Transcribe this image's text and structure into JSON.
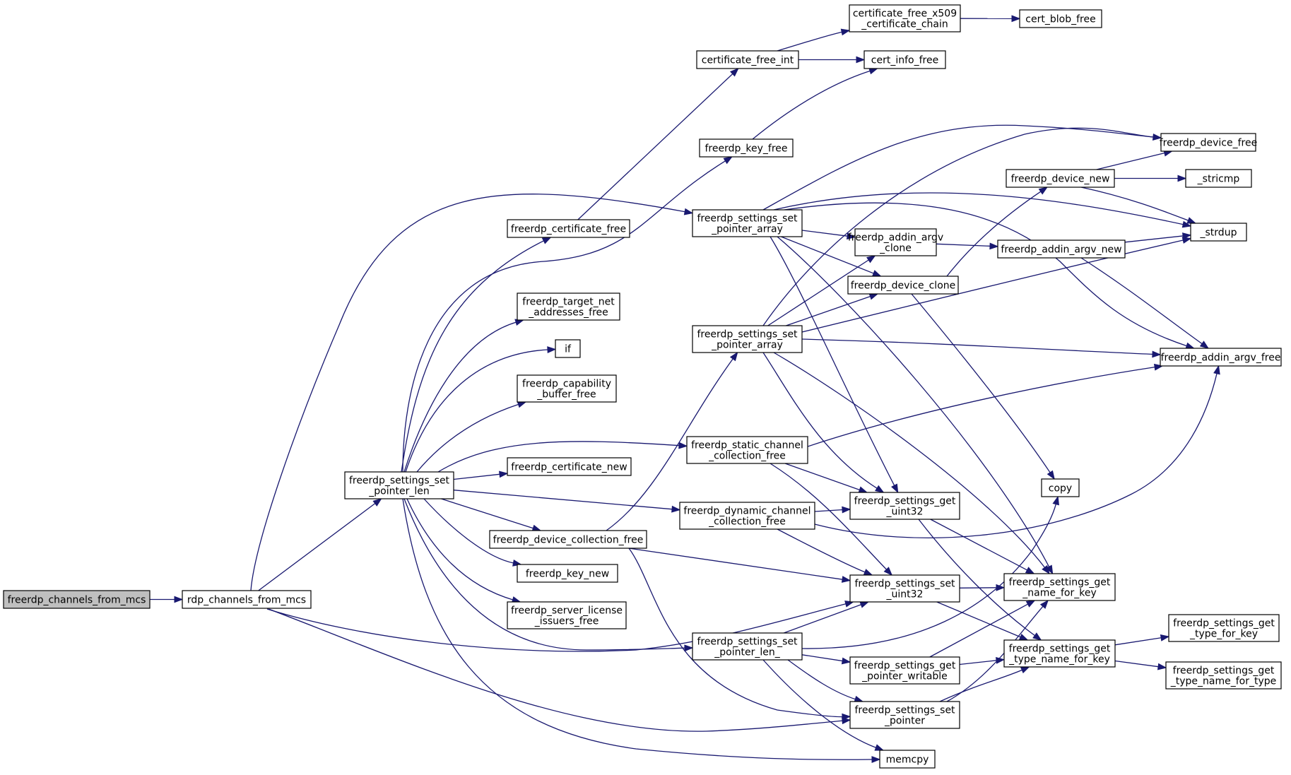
{
  "graph": {
    "edge_color": "#191970",
    "root_fill": "#bfbfbf",
    "nodes": [
      {
        "id": "channels_from_mcs",
        "lines": [
          "freerdp_channels_from_mcs"
        ],
        "root": true
      },
      {
        "id": "rdp_channels_from_mcs",
        "lines": [
          "rdp_channels_from_mcs"
        ]
      },
      {
        "id": "set_pointer_len",
        "lines": [
          "freerdp_settings_set",
          "_pointer_len"
        ]
      },
      {
        "id": "certificate_free",
        "lines": [
          "freerdp_certificate_free"
        ]
      },
      {
        "id": "target_net_addresses_free",
        "lines": [
          "freerdp_target_net",
          "_addresses_free"
        ]
      },
      {
        "id": "if",
        "lines": [
          "if"
        ]
      },
      {
        "id": "capability_buffer_free",
        "lines": [
          "freerdp_capability",
          "_buffer_free"
        ]
      },
      {
        "id": "certificate_new",
        "lines": [
          "freerdp_certificate_new"
        ]
      },
      {
        "id": "device_collection_free",
        "lines": [
          "freerdp_device_collection_free"
        ]
      },
      {
        "id": "key_new",
        "lines": [
          "freerdp_key_new"
        ]
      },
      {
        "id": "server_license_issuers_free",
        "lines": [
          "freerdp_server_license",
          "_issuers_free"
        ]
      },
      {
        "id": "certificate_free_int",
        "lines": [
          "certificate_free_int"
        ]
      },
      {
        "id": "key_free",
        "lines": [
          "freerdp_key_free"
        ]
      },
      {
        "id": "set_pointer_array_1",
        "lines": [
          "freerdp_settings_set",
          "_pointer_array"
        ]
      },
      {
        "id": "set_pointer_array_2",
        "lines": [
          "freerdp_settings_set",
          "_pointer_array"
        ]
      },
      {
        "id": "static_channel_collection_free",
        "lines": [
          "freerdp_static_channel",
          "_collection_free"
        ]
      },
      {
        "id": "dynamic_channel_collection_free",
        "lines": [
          "freerdp_dynamic_channel",
          "_collection_free"
        ]
      },
      {
        "id": "set_pointer_len_",
        "lines": [
          "freerdp_settings_set",
          "_pointer_len_"
        ]
      },
      {
        "id": "certificate_free_x509_chain",
        "lines": [
          "certificate_free_x509",
          "_certificate_chain"
        ]
      },
      {
        "id": "cert_info_free",
        "lines": [
          "cert_info_free"
        ]
      },
      {
        "id": "addin_argv_clone",
        "lines": [
          "freerdp_addin_argv",
          "_clone"
        ]
      },
      {
        "id": "device_clone",
        "lines": [
          "freerdp_device_clone"
        ]
      },
      {
        "id": "get_uint32",
        "lines": [
          "freerdp_settings_get",
          "_uint32"
        ]
      },
      {
        "id": "set_uint32",
        "lines": [
          "freerdp_settings_set",
          "_uint32"
        ]
      },
      {
        "id": "get_pointer_writable",
        "lines": [
          "freerdp_settings_get",
          "_pointer_writable"
        ]
      },
      {
        "id": "set_pointer",
        "lines": [
          "freerdp_settings_set",
          "_pointer"
        ]
      },
      {
        "id": "memcpy",
        "lines": [
          "memcpy"
        ]
      },
      {
        "id": "cert_blob_free",
        "lines": [
          "cert_blob_free"
        ]
      },
      {
        "id": "device_new",
        "lines": [
          "freerdp_device_new"
        ]
      },
      {
        "id": "addin_argv_new",
        "lines": [
          "freerdp_addin_argv_new"
        ]
      },
      {
        "id": "copy",
        "lines": [
          "copy"
        ]
      },
      {
        "id": "get_name_for_key",
        "lines": [
          "freerdp_settings_get",
          "_name_for_key"
        ]
      },
      {
        "id": "get_type_name_for_key",
        "lines": [
          "freerdp_settings_get",
          "_type_name_for_key"
        ]
      },
      {
        "id": "device_free",
        "lines": [
          "freerdp_device_free"
        ]
      },
      {
        "id": "stricmp",
        "lines": [
          "_stricmp"
        ]
      },
      {
        "id": "strdup",
        "lines": [
          "_strdup"
        ]
      },
      {
        "id": "addin_argv_free",
        "lines": [
          "freerdp_addin_argv_free"
        ]
      },
      {
        "id": "get_type_for_key",
        "lines": [
          "freerdp_settings_get",
          "_type_for_key"
        ]
      },
      {
        "id": "get_type_name_for_type",
        "lines": [
          "freerdp_settings_get",
          "_type_name_for_type"
        ]
      }
    ],
    "edges": [
      [
        "channels_from_mcs",
        "rdp_channels_from_mcs"
      ],
      [
        "rdp_channels_from_mcs",
        "set_pointer_len"
      ],
      [
        "rdp_channels_from_mcs",
        "set_pointer_array_1"
      ],
      [
        "rdp_channels_from_mcs",
        "set_uint32"
      ],
      [
        "rdp_channels_from_mcs",
        "set_pointer"
      ],
      [
        "set_pointer_len",
        "certificate_free"
      ],
      [
        "set_pointer_len",
        "key_free"
      ],
      [
        "set_pointer_len",
        "target_net_addresses_free"
      ],
      [
        "set_pointer_len",
        "if"
      ],
      [
        "set_pointer_len",
        "capability_buffer_free"
      ],
      [
        "set_pointer_len",
        "static_channel_collection_free"
      ],
      [
        "set_pointer_len",
        "certificate_new"
      ],
      [
        "set_pointer_len",
        "dynamic_channel_collection_free"
      ],
      [
        "set_pointer_len",
        "device_collection_free"
      ],
      [
        "set_pointer_len",
        "key_new"
      ],
      [
        "set_pointer_len",
        "server_license_issuers_free"
      ],
      [
        "set_pointer_len",
        "set_pointer_len_"
      ],
      [
        "set_pointer_len",
        "memcpy"
      ],
      [
        "certificate_free",
        "certificate_free_int"
      ],
      [
        "certificate_free_int",
        "certificate_free_x509_chain"
      ],
      [
        "certificate_free_int",
        "cert_info_free"
      ],
      [
        "certificate_free_x509_chain",
        "cert_blob_free"
      ],
      [
        "key_free",
        "cert_info_free"
      ],
      [
        "set_pointer_array_1",
        "device_free"
      ],
      [
        "set_pointer_array_1",
        "strdup"
      ],
      [
        "set_pointer_array_1",
        "addin_argv_free"
      ],
      [
        "set_pointer_array_1",
        "addin_argv_clone"
      ],
      [
        "set_pointer_array_1",
        "device_clone"
      ],
      [
        "set_pointer_array_1",
        "get_uint32"
      ],
      [
        "set_pointer_array_1",
        "get_name_for_key"
      ],
      [
        "set_pointer_array_2",
        "device_free"
      ],
      [
        "set_pointer_array_2",
        "addin_argv_clone"
      ],
      [
        "set_pointer_array_2",
        "device_clone"
      ],
      [
        "set_pointer_array_2",
        "strdup"
      ],
      [
        "set_pointer_array_2",
        "addin_argv_free"
      ],
      [
        "set_pointer_array_2",
        "get_uint32"
      ],
      [
        "set_pointer_array_2",
        "get_name_for_key"
      ],
      [
        "device_collection_free",
        "set_pointer_array_2"
      ],
      [
        "device_collection_free",
        "set_uint32"
      ],
      [
        "device_collection_free",
        "set_pointer"
      ],
      [
        "static_channel_collection_free",
        "addin_argv_free"
      ],
      [
        "static_channel_collection_free",
        "get_uint32"
      ],
      [
        "static_channel_collection_free",
        "set_uint32"
      ],
      [
        "dynamic_channel_collection_free",
        "get_uint32"
      ],
      [
        "dynamic_channel_collection_free",
        "set_uint32"
      ],
      [
        "dynamic_channel_collection_free",
        "addin_argv_free"
      ],
      [
        "set_pointer_len_",
        "set_uint32"
      ],
      [
        "set_pointer_len_",
        "copy"
      ],
      [
        "set_pointer_len_",
        "get_pointer_writable"
      ],
      [
        "set_pointer_len_",
        "set_pointer"
      ],
      [
        "set_pointer_len_",
        "memcpy"
      ],
      [
        "addin_argv_clone",
        "addin_argv_new"
      ],
      [
        "addin_argv_new",
        "strdup"
      ],
      [
        "addin_argv_new",
        "addin_argv_free"
      ],
      [
        "device_clone",
        "device_new"
      ],
      [
        "device_clone",
        "copy"
      ],
      [
        "device_new",
        "device_free"
      ],
      [
        "device_new",
        "stricmp"
      ],
      [
        "device_new",
        "strdup"
      ],
      [
        "get_uint32",
        "get_name_for_key"
      ],
      [
        "get_uint32",
        "get_type_name_for_key"
      ],
      [
        "set_uint32",
        "get_name_for_key"
      ],
      [
        "set_uint32",
        "get_type_name_for_key"
      ],
      [
        "get_pointer_writable",
        "get_name_for_key"
      ],
      [
        "get_pointer_writable",
        "get_type_name_for_key"
      ],
      [
        "set_pointer",
        "get_name_for_key"
      ],
      [
        "set_pointer",
        "get_type_name_for_key"
      ],
      [
        "get_type_name_for_key",
        "get_type_for_key"
      ],
      [
        "get_type_name_for_key",
        "get_type_name_for_type"
      ]
    ]
  }
}
